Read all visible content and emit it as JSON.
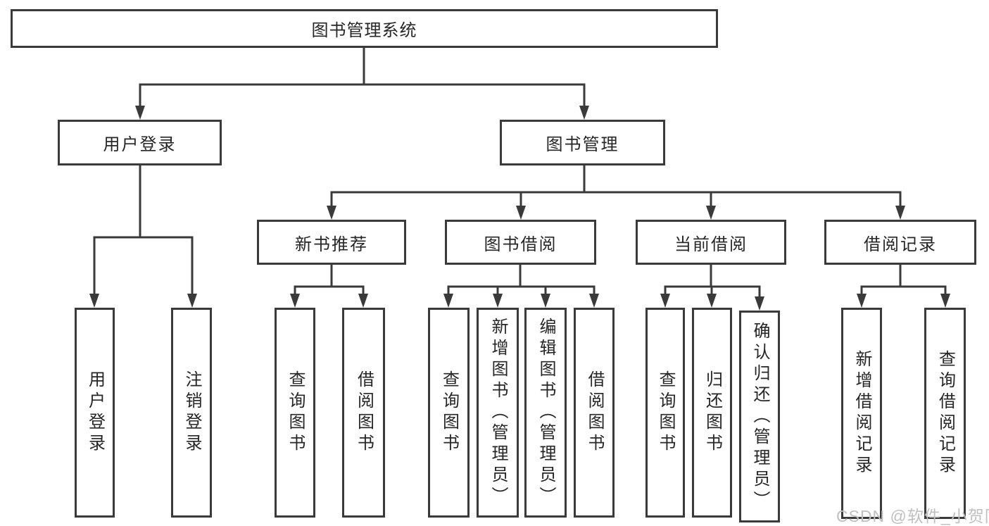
{
  "diagram": {
    "title": "图书管理系统",
    "type": "hierarchy-tree",
    "colors": {
      "line": "#3a3a3a",
      "box_border": "#3a3a3a",
      "text": "#262626",
      "background": "#ffffff",
      "watermark": "#c0c0c0"
    },
    "tree": {
      "label": "图书管理系统",
      "children": [
        {
          "label": "用户登录",
          "children": [
            {
              "label": "用户登录"
            },
            {
              "label": "注销登录"
            }
          ]
        },
        {
          "label": "图书管理",
          "children": [
            {
              "label": "新书推荐",
              "children": [
                {
                  "label": "查询图书"
                },
                {
                  "label": "借阅图书"
                }
              ]
            },
            {
              "label": "图书借阅",
              "children": [
                {
                  "label": "查询图书"
                },
                {
                  "label": "新增图书（管理员）"
                },
                {
                  "label": "编辑图书（管理员）"
                },
                {
                  "label": "借阅图书"
                }
              ]
            },
            {
              "label": "当前借阅",
              "children": [
                {
                  "label": "查询图书"
                },
                {
                  "label": "归还图书"
                },
                {
                  "label": "确认归还（管理员）"
                }
              ]
            },
            {
              "label": "借阅记录",
              "children": [
                {
                  "label": "新增借阅记录"
                },
                {
                  "label": "查询借阅记录"
                }
              ]
            }
          ]
        }
      ]
    },
    "watermark": "CSDN @软件_小贺同学"
  }
}
